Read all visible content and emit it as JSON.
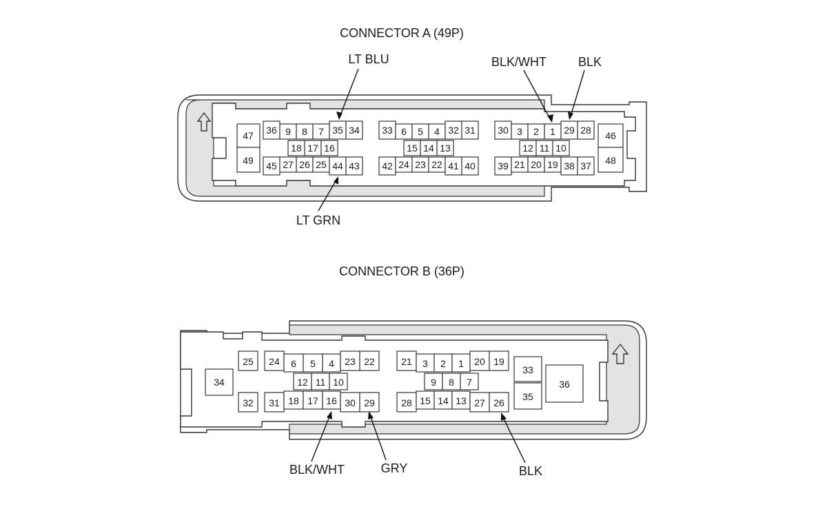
{
  "connector_a": {
    "title": "CONNECTOR A (49P)",
    "pins": [
      "1",
      "2",
      "3",
      "4",
      "5",
      "6",
      "7",
      "8",
      "9",
      "10",
      "11",
      "12",
      "13",
      "14",
      "15",
      "16",
      "17",
      "18",
      "19",
      "20",
      "21",
      "22",
      "23",
      "24",
      "25",
      "26",
      "27",
      "28",
      "29",
      "30",
      "31",
      "32",
      "33",
      "34",
      "35",
      "36",
      "37",
      "38",
      "39",
      "40",
      "41",
      "42",
      "43",
      "44",
      "45",
      "46",
      "47",
      "48",
      "49"
    ],
    "callouts": [
      {
        "label": "LT BLU",
        "pin": "35"
      },
      {
        "label": "BLK/WHT",
        "pin": "1"
      },
      {
        "label": "BLK",
        "pin": "29"
      },
      {
        "label": "LT GRN",
        "pin": "44"
      }
    ]
  },
  "connector_b": {
    "title": "CONNECTOR B (36P)",
    "pins": [
      "1",
      "2",
      "3",
      "4",
      "5",
      "6",
      "7",
      "8",
      "9",
      "10",
      "11",
      "12",
      "13",
      "14",
      "15",
      "16",
      "17",
      "18",
      "19",
      "20",
      "21",
      "22",
      "23",
      "24",
      "25",
      "26",
      "27",
      "28",
      "29",
      "30",
      "31",
      "32",
      "33",
      "34",
      "35",
      "36"
    ],
    "callouts": [
      {
        "label": "BLK/WHT",
        "pin": "16"
      },
      {
        "label": "GRY",
        "pin": "29"
      },
      {
        "label": "BLK",
        "pin": "26"
      }
    ]
  },
  "colors": {
    "line": "#333333",
    "housing_band": "#e3e3e3",
    "background": "#ffffff"
  },
  "icons": [
    "up-arrow-icon"
  ]
}
